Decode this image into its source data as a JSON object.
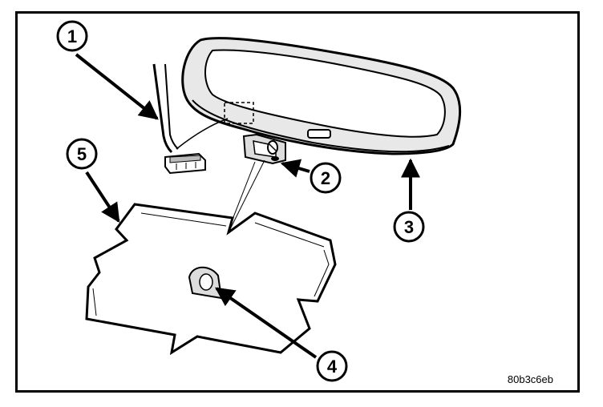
{
  "callouts": [
    {
      "label": "1"
    },
    {
      "label": "2"
    },
    {
      "label": "3"
    },
    {
      "label": "4"
    },
    {
      "label": "5"
    }
  ],
  "reference_code": "80b3c6eb",
  "components": {
    "wiring_connector": "wiring-connector",
    "mount_screw": "mount-screw",
    "mirror": "rearview-mirror",
    "mirror_button": "mirror-button",
    "windshield_button": "windshield-mounting-button",
    "windshield": "windshield-glass"
  }
}
